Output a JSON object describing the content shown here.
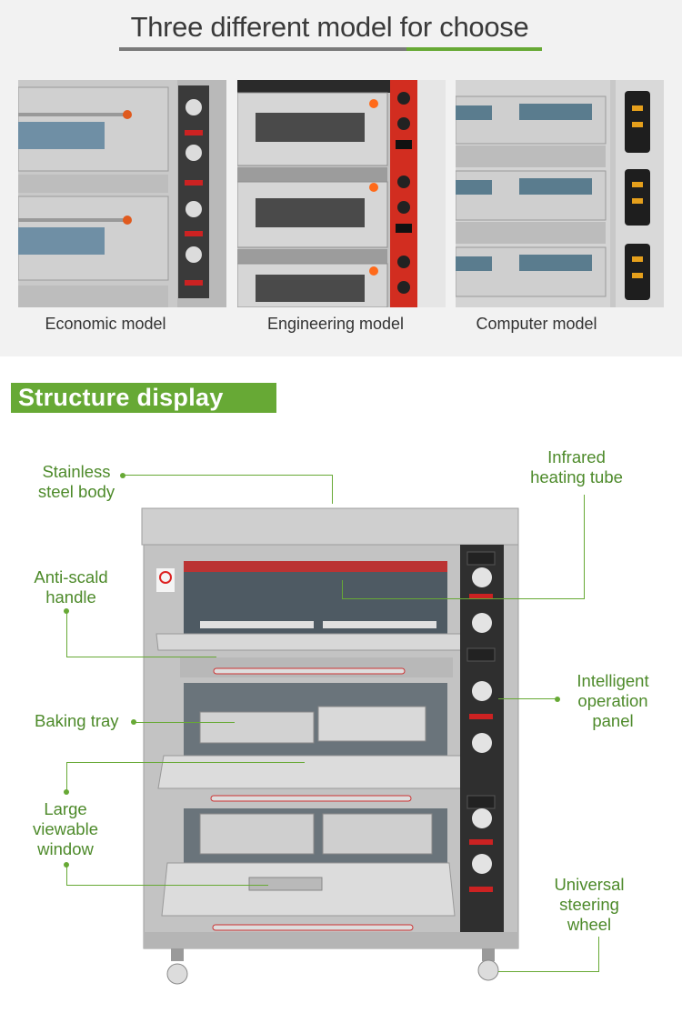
{
  "header": {
    "title": "Three different model for choose",
    "colors": {
      "accent": "#67a935",
      "rule_gray": "#7a7a7a",
      "band": "#f2f2f2"
    }
  },
  "models": [
    {
      "caption": "Economic model"
    },
    {
      "caption": "Engineering model"
    },
    {
      "caption": "Computer model"
    }
  ],
  "structure": {
    "title": "Structure display",
    "callouts": {
      "body": [
        "Stainless",
        "steel body"
      ],
      "tube": [
        "Infrared",
        "heating tube"
      ],
      "handle": [
        "Anti-scald",
        "handle"
      ],
      "panel": [
        "Intelligent",
        "operation",
        "panel"
      ],
      "tray": [
        "Baking tray"
      ],
      "window": [
        "Large",
        "viewable",
        "window"
      ],
      "wheel": [
        "Universal",
        "steering",
        "wheel"
      ]
    }
  }
}
